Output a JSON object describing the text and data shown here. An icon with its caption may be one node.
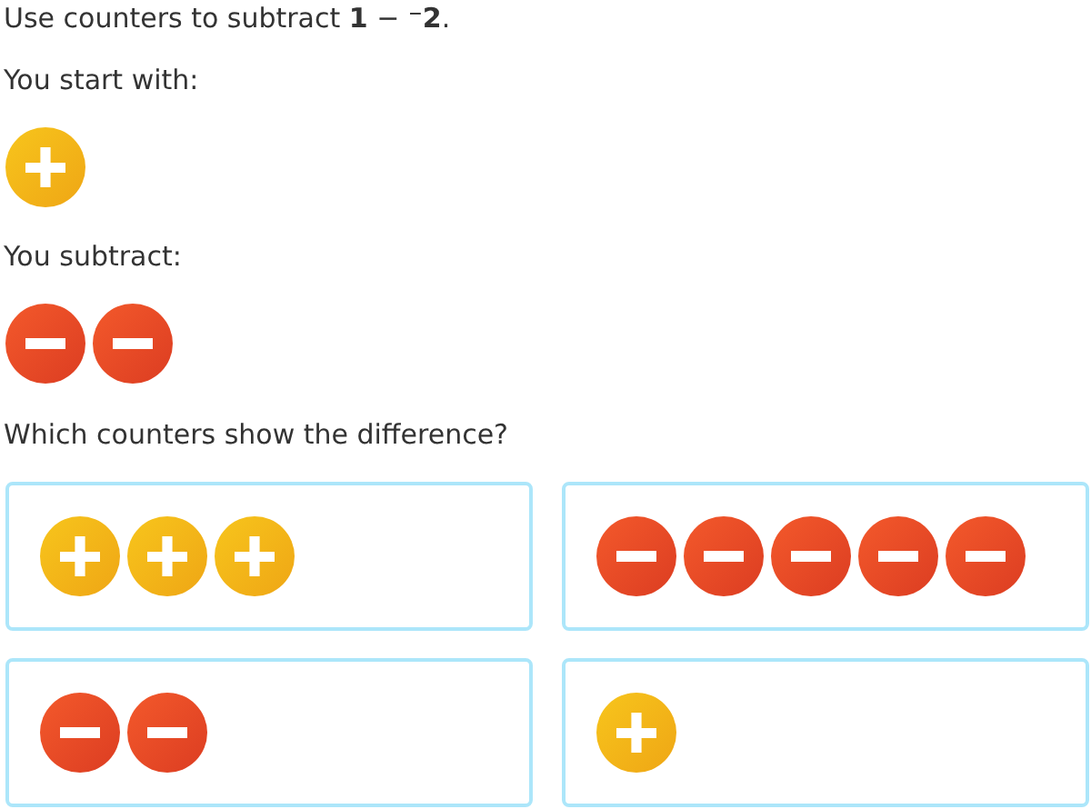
{
  "diagram": {
    "title": "Use counters to subtract **1** − **⁻2**.",
    "nodes": [
      {
        "text": [],
        "shape": "circle"
      },
      {
        "text": [],
        "shape": "circle"
      },
      {
        "text": [],
        "shape": "circle"
      },
      {
        "text": [],
        "shape": "box"
      },
      {
        "text": [],
        "shape": "circle",
        "in": 3
      },
      {
        "text": [],
        "shape": "circle",
        "in": 3
      },
      {
        "text": [],
        "shape": "circle",
        "in": 3
      },
      {
        "text": [],
        "shape": "box"
      },
      {
        "text": [],
        "shape": "circle",
        "in": 7
      },
      {
        "text": [],
        "shape": "circle",
        "in": 7
      },
      {
        "text": [],
        "shape": "circle",
        "in": 7
      },
      {
        "text": [],
        "shape": "circle",
        "in": 7
      },
      {
        "text": [],
        "shape": "circle",
        "in": 7
      },
      {
        "text": [],
        "shape": "box"
      },
      {
        "text": [],
        "shape": "circle",
        "in": 13
      },
      {
        "text": [],
        "shape": "circle",
        "in": 13
      },
      {
        "text": [],
        "shape": "box"
      },
      {
        "text": [],
        "shape": "circle",
        "in": 16
      }
    ],
    "labels": [
      "You start with:",
      "You subtract:",
      "Which counters show the difference?"
    ]
  }
}
